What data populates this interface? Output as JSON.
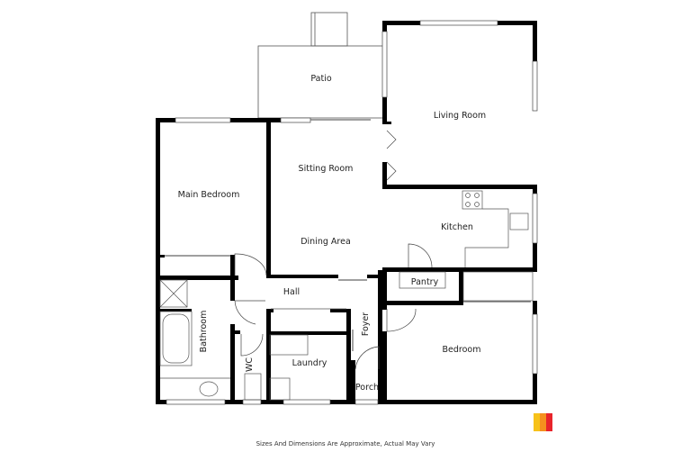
{
  "floorplan": {
    "rooms": [
      {
        "id": "patio",
        "label": "Patio"
      },
      {
        "id": "living-room",
        "label": "Living Room"
      },
      {
        "id": "sitting-room",
        "label": "Sitting Room"
      },
      {
        "id": "main-bedroom",
        "label": "Main Bedroom"
      },
      {
        "id": "dining-area",
        "label": "Dining Area"
      },
      {
        "id": "kitchen",
        "label": "Kitchen"
      },
      {
        "id": "pantry",
        "label": "Pantry"
      },
      {
        "id": "hall",
        "label": "Hall"
      },
      {
        "id": "bathroom",
        "label": "Bathroom"
      },
      {
        "id": "foyer",
        "label": "Foyer"
      },
      {
        "id": "wc",
        "label": "WC"
      },
      {
        "id": "laundry",
        "label": "Laundry"
      },
      {
        "id": "bedroom",
        "label": "Bedroom"
      },
      {
        "id": "porch",
        "label": "Porch"
      }
    ],
    "disclaimer": "Sizes And Dimensions Are Approximate, Actual May Vary",
    "logo_colors": [
      "#f7c21a",
      "#f5901e",
      "#e8242b"
    ],
    "wall_color": "#000000",
    "line_color": "#555555"
  }
}
